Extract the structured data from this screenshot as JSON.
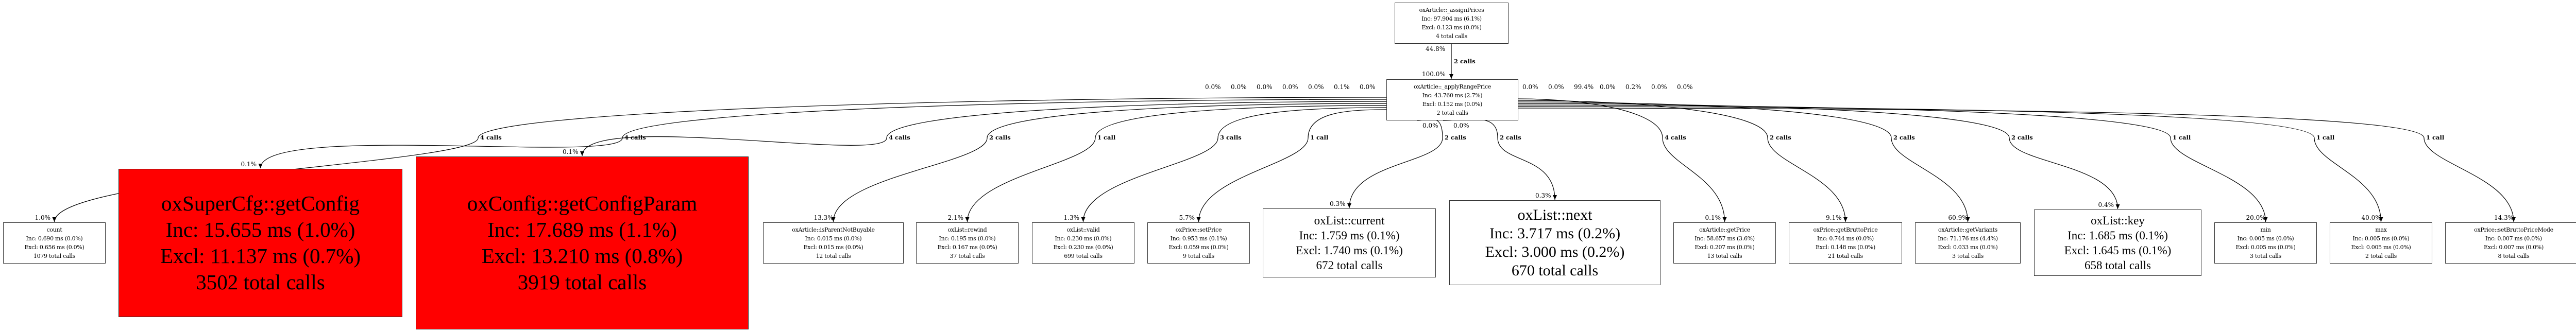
{
  "nodes": {
    "assignPrices": {
      "name": "oxArticle::_assignPrices",
      "inc": "Inc: 97.904 ms (6.1%)",
      "excl": "Excl: 0.123 ms (0.0%)",
      "calls": "4 total calls"
    },
    "applyRangePrice": {
      "name": "oxArticle::_applyRangePrice",
      "inc": "Inc: 43.760 ms (2.7%)",
      "excl": "Excl: 0.152 ms (0.0%)",
      "calls": "2 total calls"
    },
    "count": {
      "name": "count",
      "inc": "Inc: 0.690 ms (0.0%)",
      "excl": "Excl: 0.656 ms (0.0%)",
      "calls": "1079 total calls"
    },
    "getConfig": {
      "name": "oxSuperCfg::getConfig",
      "inc": "Inc: 15.655 ms (1.0%)",
      "excl": "Excl: 11.137 ms (0.7%)",
      "calls": "3502 total calls"
    },
    "getConfigParam": {
      "name": "oxConfig::getConfigParam",
      "inc": "Inc: 17.689 ms (1.1%)",
      "excl": "Excl: 13.210 ms (0.8%)",
      "calls": "3919 total calls"
    },
    "isParentNotBuyable": {
      "name": "oxArticle::isParentNotBuyable",
      "inc": "Inc: 0.015 ms (0.0%)",
      "excl": "Excl: 0.015 ms (0.0%)",
      "calls": "12 total calls"
    },
    "rewind": {
      "name": "oxList::rewind",
      "inc": "Inc: 0.195 ms (0.0%)",
      "excl": "Excl: 0.167 ms (0.0%)",
      "calls": "37 total calls"
    },
    "valid": {
      "name": "oxList::valid",
      "inc": "Inc: 0.230 ms (0.0%)",
      "excl": "Excl: 0.230 ms (0.0%)",
      "calls": "699 total calls"
    },
    "setPrice": {
      "name": "oxPrice::setPrice",
      "inc": "Inc: 0.953 ms (0.1%)",
      "excl": "Excl: 0.059 ms (0.0%)",
      "calls": "9 total calls"
    },
    "current": {
      "name": "oxList::current",
      "inc": "Inc: 1.759 ms (0.1%)",
      "excl": "Excl: 1.740 ms (0.1%)",
      "calls": "672 total calls"
    },
    "next": {
      "name": "oxList::next",
      "inc": "Inc: 3.717 ms (0.2%)",
      "excl": "Excl: 3.000 ms (0.2%)",
      "calls": "670 total calls"
    },
    "getPrice": {
      "name": "oxArticle::getPrice",
      "inc": "Inc: 58.657 ms (3.6%)",
      "excl": "Excl: 0.207 ms (0.0%)",
      "calls": "13 total calls"
    },
    "getBruttoPrice": {
      "name": "oxPrice::getBruttoPrice",
      "inc": "Inc: 0.744 ms (0.0%)",
      "excl": "Excl: 0.148 ms (0.0%)",
      "calls": "21 total calls"
    },
    "getVariants": {
      "name": "oxArticle::getVariants",
      "inc": "Inc: 71.176 ms (4.4%)",
      "excl": "Excl: 0.033 ms (0.0%)",
      "calls": "3 total calls"
    },
    "key": {
      "name": "oxList::key",
      "inc": "Inc: 1.685 ms (0.1%)",
      "excl": "Excl: 1.645 ms (0.1%)",
      "calls": "658 total calls"
    },
    "min": {
      "name": "min",
      "inc": "Inc: 0.005 ms (0.0%)",
      "excl": "Excl: 0.005 ms (0.0%)",
      "calls": "3 total calls"
    },
    "max": {
      "name": "max",
      "inc": "Inc: 0.005 ms (0.0%)",
      "excl": "Excl: 0.005 ms (0.0%)",
      "calls": "2 total calls"
    },
    "setBruttoPriceMode": {
      "name": "oxPrice::setBruttoPriceMode",
      "inc": "Inc: 0.007 ms (0.0%)",
      "excl": "Excl: 0.007 ms (0.0%)",
      "calls": "8 total calls"
    }
  },
  "top_edge": {
    "from": "assignPrices",
    "to": "applyRangePrice",
    "calls": "2 calls",
    "caller_pct": "44.8%",
    "callee_pct": "100.0%"
  },
  "edges": [
    {
      "to": "count",
      "calls": "4 calls",
      "callee_pct": "1.0%",
      "caller_pct": "0.0%"
    },
    {
      "to": "getConfig",
      "calls": "4 calls",
      "callee_pct": "0.1%",
      "caller_pct": "0.0%"
    },
    {
      "to": "getConfigParam",
      "calls": "4 calls",
      "callee_pct": "0.1%",
      "caller_pct": "0.0%"
    },
    {
      "to": "isParentNotBuyable",
      "calls": "2 calls",
      "callee_pct": "13.3%",
      "caller_pct": "0.0%"
    },
    {
      "to": "rewind",
      "calls": "1 call",
      "callee_pct": "2.1%",
      "caller_pct": "0.0%"
    },
    {
      "to": "valid",
      "calls": "3 calls",
      "callee_pct": "1.3%",
      "caller_pct": "0.1%"
    },
    {
      "to": "setPrice",
      "calls": "1 call",
      "callee_pct": "5.7%",
      "caller_pct": "0.0%"
    },
    {
      "to": "current",
      "calls": "2 calls",
      "callee_pct": "0.3%",
      "caller_pct": "0.0%"
    },
    {
      "to": "next",
      "calls": "2 calls",
      "callee_pct": "0.3%",
      "caller_pct": "0.0%"
    },
    {
      "to": "getPrice",
      "calls": "4 calls",
      "callee_pct": "0.1%",
      "caller_pct": "0.0%"
    },
    {
      "to": "getBruttoPrice",
      "calls": "2 calls",
      "callee_pct": "9.1%",
      "caller_pct": "0.0%"
    },
    {
      "to": "getVariants",
      "calls": "2 calls",
      "callee_pct": "60.9%",
      "caller_pct": "99.4%"
    },
    {
      "to": "key",
      "calls": "2 calls",
      "callee_pct": "0.4%",
      "caller_pct": "0.0%"
    },
    {
      "to": "min",
      "calls": "1 call",
      "callee_pct": "20.0%",
      "caller_pct": "0.2%"
    },
    {
      "to": "max",
      "calls": "1 call",
      "callee_pct": "40.0%",
      "caller_pct": "0.0%"
    },
    {
      "to": "setBruttoPriceMode",
      "calls": "1 call",
      "callee_pct": "14.3%",
      "caller_pct": "0.0%"
    }
  ],
  "colors": {
    "hot": "#ff0000",
    "edge": "#000000",
    "border": "#333333"
  }
}
